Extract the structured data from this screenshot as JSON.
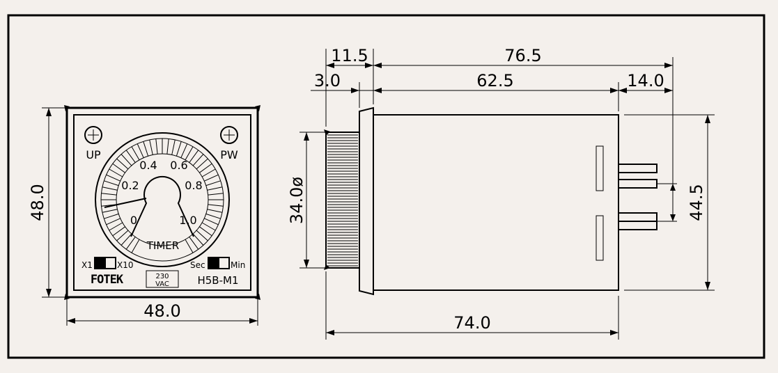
{
  "front_view": {
    "width_label": "48.0",
    "height_label": "48.0",
    "up_label": "UP",
    "pw_label": "PW",
    "dial_labels": [
      "0",
      "0.2",
      "0.4",
      "0.6",
      "0.8",
      "1.0"
    ],
    "timer_label": "TIMER",
    "range_switch": {
      "left": "X1",
      "right": "X10"
    },
    "unit_switch": {
      "left": "Sec",
      "right": "Min"
    },
    "brand_logo": "FOTEK",
    "voltage_line1": "230",
    "voltage_line2": "VAC",
    "model": "H5B-M1"
  },
  "side_view": {
    "dim_top_left": "11.5",
    "dim_top_total": "76.5",
    "dim_second_left": "3.0",
    "dim_second_mid": "62.5",
    "dim_second_right": "14.0",
    "dim_knob_diameter": "34.0ø",
    "dim_body_height": "44.5",
    "dim_bottom_length": "74.0"
  },
  "colors": {
    "background": "#f4f0ec",
    "line": "#000000"
  }
}
